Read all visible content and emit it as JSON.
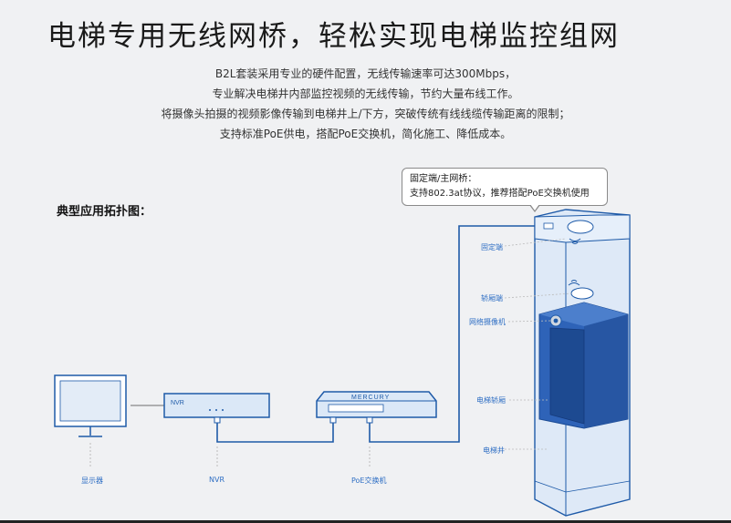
{
  "title": "电梯专用无线网桥，轻松实现电梯监控组网",
  "description": [
    "B2L套装采用专业的硬件配置，无线传输速率可达300Mbps，",
    "专业解决电梯井内部监控视频的无线传输，节约大量布线工作。",
    "将摄像头拍摄的视频影像传输到电梯井上/下方，突破传统有线线缆传输距离的限制；",
    "支持标准PoE供电，搭配PoE交换机，简化施工、降低成本。"
  ],
  "topology_label": "典型应用拓扑图：",
  "callout": {
    "line1": "固定端/主网桥：",
    "line2": "支持802.3at协议，推荐搭配PoE交换机使用"
  },
  "devices": {
    "monitor": "显示器",
    "nvr_label": "NVR",
    "nvr_box_text": "NVR",
    "switch_label": "PoE交换机",
    "switch_brand": "MERCURY"
  },
  "elevator": {
    "fixed_end": "固定端",
    "car_end": "轿厢端",
    "camera": "网络摄像机",
    "car": "电梯轿厢",
    "shaft": "电梯井"
  },
  "colors": {
    "line": "#1e5aa8",
    "device_fill": "#dbe8f7",
    "shaft_fill": "#d6e6f8",
    "car_fill": "#2e63b8",
    "label": "#2f6fc4"
  }
}
